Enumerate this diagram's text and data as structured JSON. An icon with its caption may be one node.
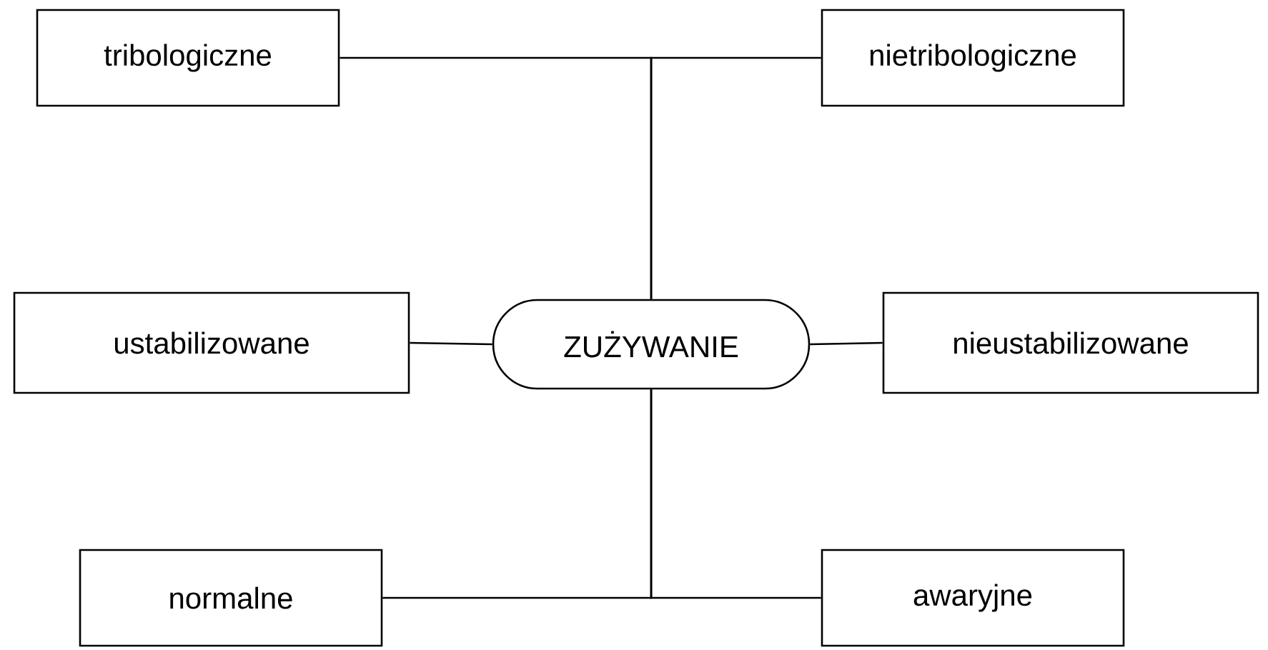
{
  "diagram": {
    "nodes": [
      {
        "text": [
          "ZUŻYWANIE"
        ]
      },
      {
        "text": [
          "tribologiczne"
        ]
      },
      {
        "text": [
          "nietribologiczne"
        ]
      },
      {
        "text": [
          "ustabilizowane"
        ]
      },
      {
        "text": [
          "nieustabilizowane"
        ]
      },
      {
        "text": [
          "normalne"
        ]
      },
      {
        "text": [
          "awaryjne"
        ]
      }
    ],
    "edges": [
      {
        "from": 0,
        "to": 1,
        "arrow": "none"
      },
      {
        "from": 0,
        "to": 2,
        "arrow": "none"
      },
      {
        "from": 0,
        "to": 3,
        "arrow": "none"
      },
      {
        "from": 0,
        "to": 4,
        "arrow": "none"
      },
      {
        "from": 0,
        "to": 5,
        "arrow": "none"
      },
      {
        "from": 0,
        "to": 6,
        "arrow": "none"
      }
    ]
  }
}
